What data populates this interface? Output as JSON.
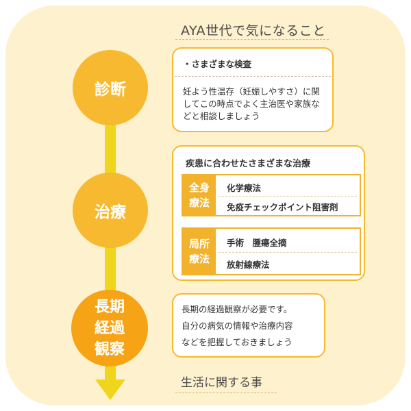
{
  "title": "AYA世代で気になること",
  "stages": [
    {
      "label": "診断"
    },
    {
      "label": "治療"
    },
    {
      "label": "長期\n経過\n観察"
    }
  ],
  "diagnosis": {
    "heading": "・さまざまな検査",
    "body": "妊よう性温存（妊娠しやすさ）に関してこの時点でよく主治医や家族などと相談しましょう"
  },
  "treatment": {
    "heading": "疾患に合わせたさまざまな治療",
    "groups": [
      {
        "label": "全身\n療法",
        "items": [
          "化学療法",
          "免疫チェックポイント阻害剤"
        ]
      },
      {
        "label": "局所\n療法",
        "items": [
          "手術　腫瘍全摘",
          "放射線療法"
        ]
      }
    ]
  },
  "followup": {
    "lines": [
      "長期の経過観察が必要です。",
      "自分の病気の情報や治療内容",
      "などを把握しておきましょう"
    ]
  },
  "footer": "生活に関する事",
  "colors": {
    "background": "#fdf1ce",
    "circle": "#f7b92f",
    "circle_dark": "#f6a316",
    "connector": "#f0d51d"
  }
}
